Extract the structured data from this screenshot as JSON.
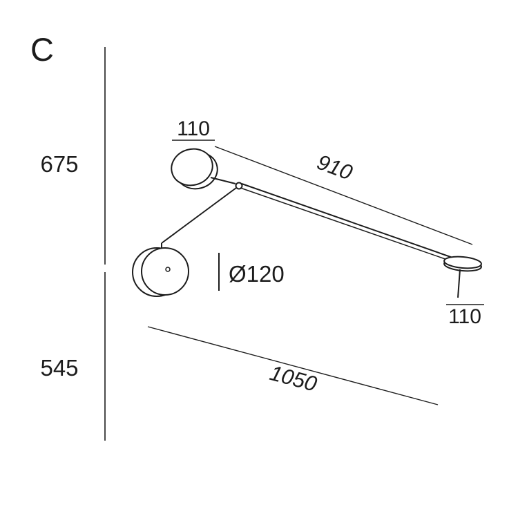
{
  "drawing": {
    "variant_label": "C",
    "dim_height_upper": "675",
    "dim_height_lower": "545",
    "dim_head_diameter": "110",
    "dim_arm_length": "910",
    "dim_base_diameter": "Ø120",
    "dim_plate_diameter": "110",
    "dim_total_projection": "1050"
  },
  "colors": {
    "line": "#1c1c1c",
    "background": "#ffffff"
  }
}
